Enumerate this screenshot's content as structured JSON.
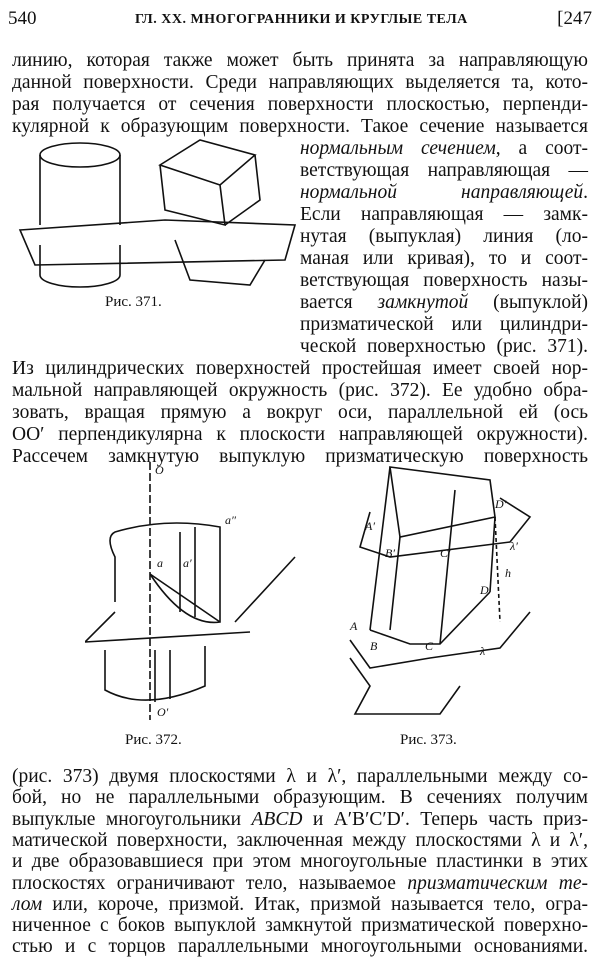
{
  "header": {
    "page_number": "540",
    "running_title": "ГЛ. XX. МНОГОГРАННИКИ И КРУГЛЫЕ ТЕЛА",
    "section": "[247"
  },
  "top_lines": [
    "линию, которая также может быть принята за направляющую",
    "данной поверхности. Среди направляющих выделяется та, кото-",
    "рая получается от сечения поверхности плоскостью, перпенди-",
    "кулярной к образующим поверхности. Такое сечение называется"
  ],
  "right_lines": [
    [
      "",
      "нормальным сечением",
      ", а соот-"
    ],
    [
      "ветствующая направляющая —",
      "",
      ""
    ],
    [
      "",
      "нормальной направляющей",
      "."
    ],
    [
      "Если направляющая — замк-",
      "",
      ""
    ],
    [
      "нутая (выпуклая) линия (ло-",
      "",
      ""
    ],
    [
      "маная или кривая), то и соот-",
      "",
      ""
    ],
    [
      "ветствующая поверхность назы-",
      "",
      ""
    ],
    [
      "вается ",
      "замкнутой",
      " (выпуклой)"
    ],
    [
      "призматической или цилиндри-",
      "",
      ""
    ],
    [
      "ческой поверхностью (рис. 371).",
      "",
      ""
    ]
  ],
  "middle_lines": [
    "Из цилиндрических поверхностей простейшая имеет своей нор-",
    "мальной направляющей окружность (рис. 372). Ее удобно обра-",
    "зовать, вращая прямую a вокруг оси, параллельной ей (ось",
    "OO′ перпендикулярна к плоскости направляющей окружности).",
    "Рассечем замкнутую выпуклую призматическую поверхность"
  ],
  "figures": {
    "fig371": {
      "caption": "Рис. 371."
    },
    "fig372": {
      "caption": "Рис. 372.",
      "labels": [
        "O",
        "a″",
        "a",
        "a′",
        "O′"
      ]
    },
    "fig373": {
      "caption": "Рис. 373.",
      "labels": [
        "D′",
        "A′",
        "B′",
        "C′",
        "λ′",
        "h",
        "A",
        "D",
        "B",
        "C",
        "λ"
      ]
    }
  },
  "bottom_lines": [
    [
      "(рис. 373) двумя плоскостями λ и λ′, параллельными между со-",
      "",
      ""
    ],
    [
      "бой, но не параллельными образующим. В сечениях получим",
      "",
      ""
    ],
    [
      "выпуклые многоугольники ",
      "ABCD",
      " и A′B′C′D′. Теперь часть приз-"
    ],
    [
      "матической поверхности, заключенная между плоскостями λ и λ′,",
      "",
      ""
    ],
    [
      "и две образовавшиеся при этом многоугольные пластинки в этих",
      "",
      ""
    ],
    [
      "плоскостях ограничивают тело, называемое ",
      "призматическим те-",
      ""
    ],
    [
      "",
      "лом",
      " или, короче, призмой. Итак, призмой называется тело, огра-"
    ],
    [
      "ниченное с боков выпуклой замкнутой призматической поверхно-",
      "",
      ""
    ],
    [
      "стью и с торцов параллельными многоугольными основаниями.",
      "",
      ""
    ]
  ]
}
